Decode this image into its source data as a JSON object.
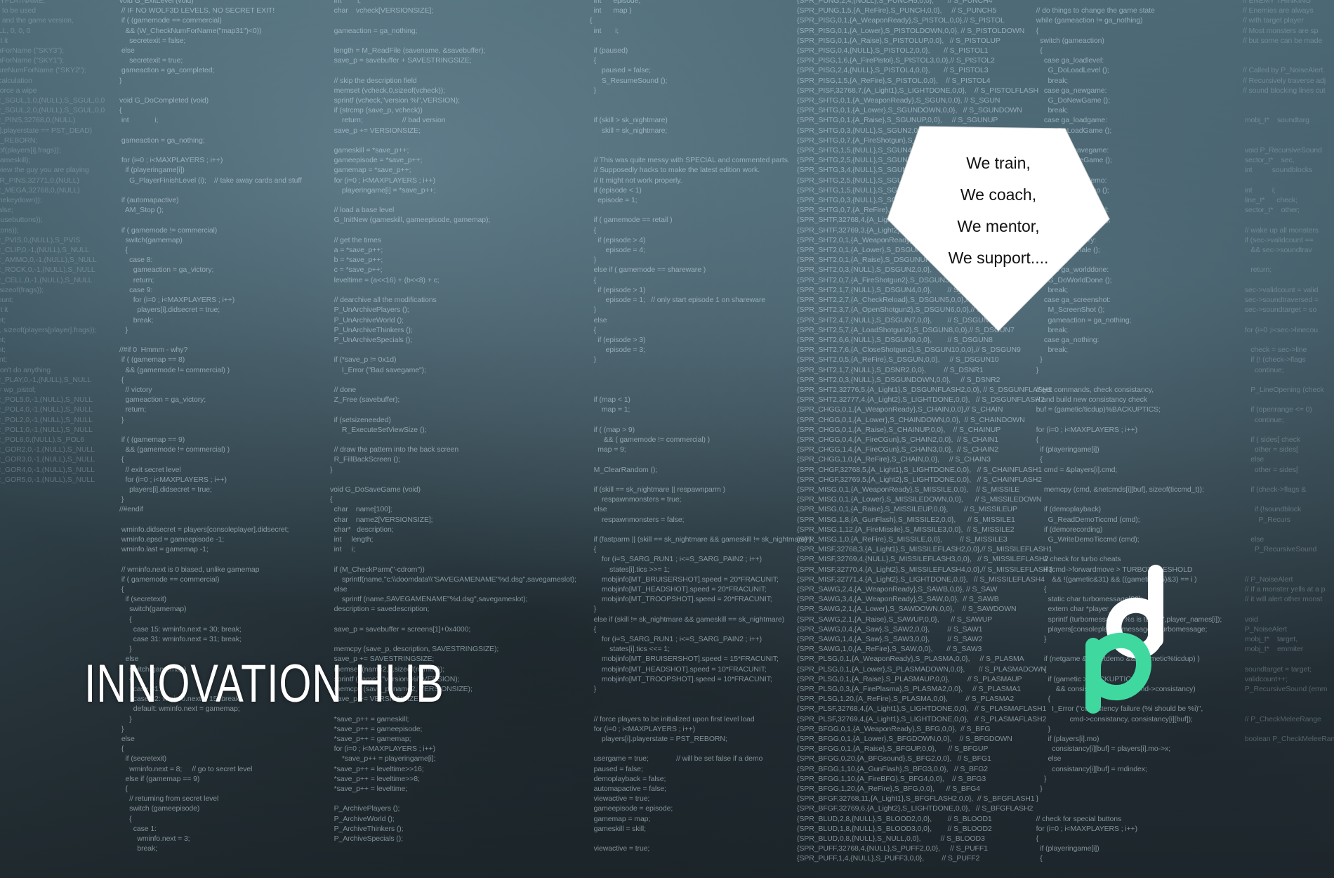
{
  "brand": {
    "title": "INNOVATION HUB",
    "accent_green": "#3fd9a0",
    "logo_icon": "pd-logo-icon"
  },
  "speech_bubble": {
    "lines": [
      "We train,",
      "We coach,",
      "We mentor,",
      "We support...."
    ]
  },
  "background": {
    "style": "dark teal grunge texture with faded source-code columns",
    "colors": [
      "#4a6672",
      "#2c3a41",
      "#1f292e"
    ]
  }
}
